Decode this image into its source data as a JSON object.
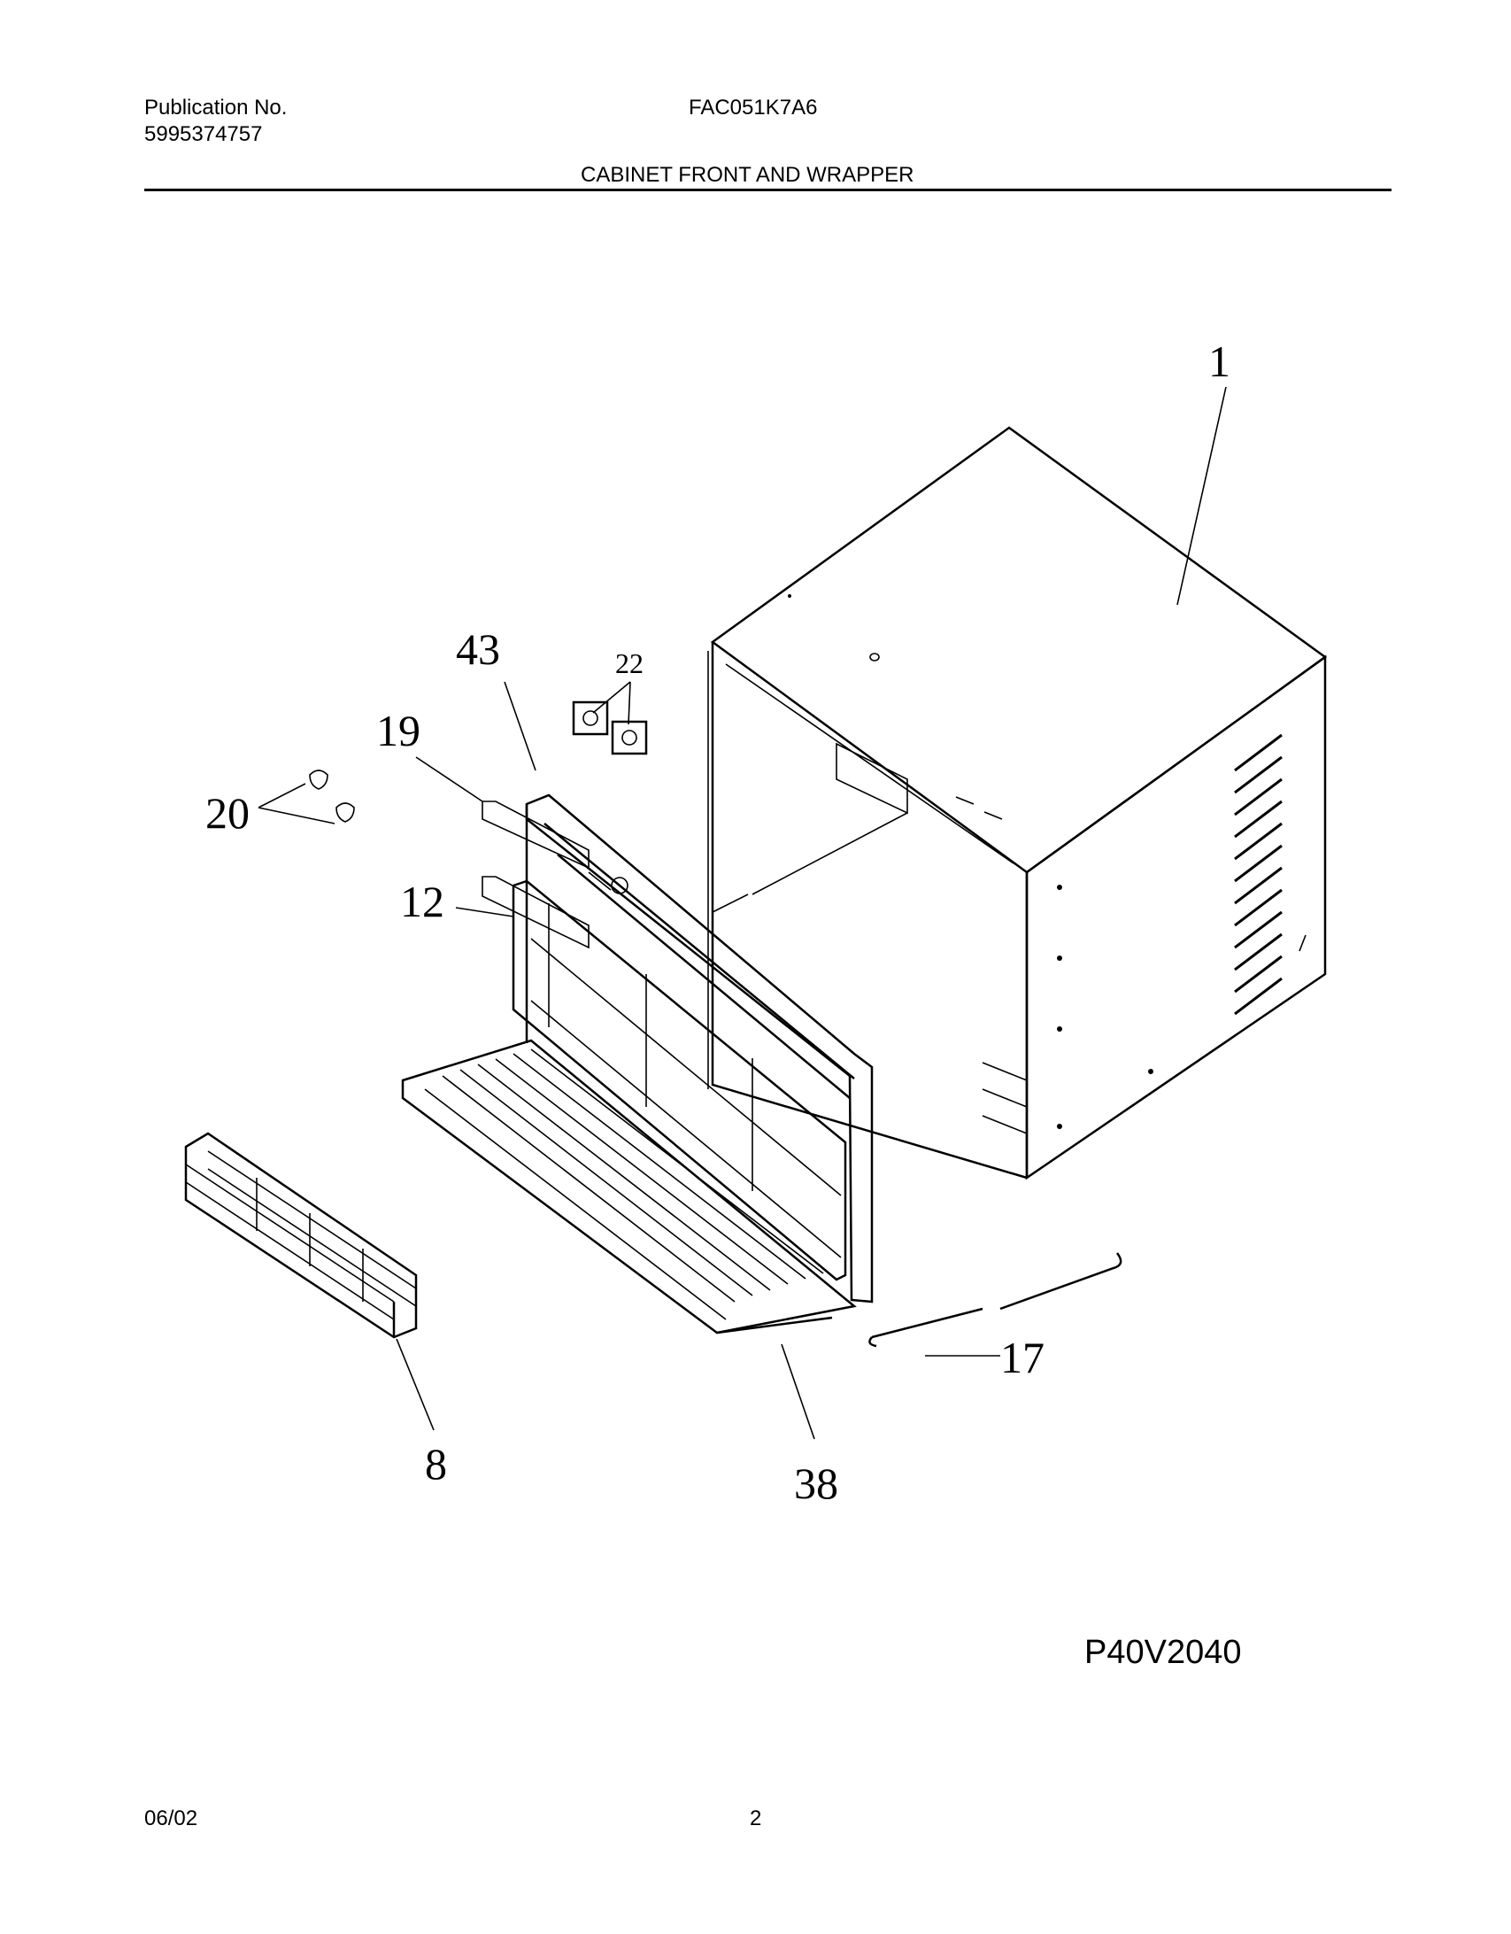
{
  "header": {
    "publication_label": "Publication No.",
    "publication_number": "5995374757",
    "model": "FAC051K7A6",
    "section_title": "CABINET FRONT AND WRAPPER"
  },
  "callouts": {
    "c1": "1",
    "c43": "43",
    "c22": "22",
    "c19": "19",
    "c20": "20",
    "c12": "12",
    "c8": "8",
    "c38": "38",
    "c17": "17"
  },
  "drawing_code": "P40V2040",
  "footer": {
    "date": "06/02",
    "page": "2"
  }
}
